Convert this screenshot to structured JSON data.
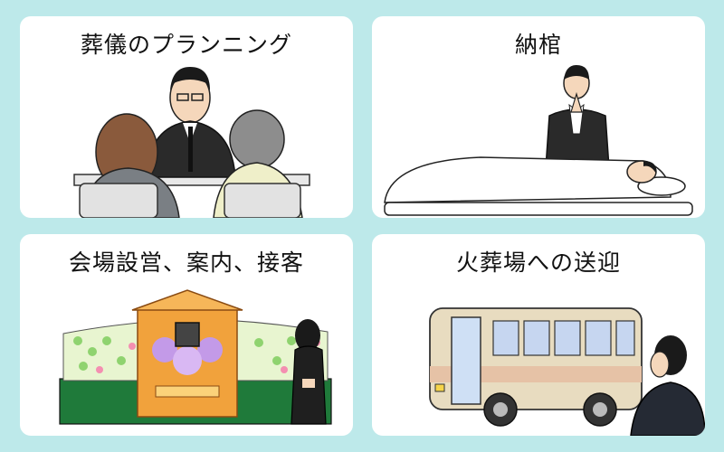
{
  "panels": [
    {
      "caption": "葬儀のプランニング"
    },
    {
      "caption": "納棺"
    },
    {
      "caption": "会場設営、案内、接客"
    },
    {
      "caption": "火葬場への送迎"
    }
  ],
  "colors": {
    "background": "#bde9ea",
    "panel": "#ffffff",
    "suit": "#2a2a2a",
    "bus_body": "#e8dcc0",
    "bus_stripe": "#e6c2a6",
    "bus_window": "#c6d6f0",
    "altar_orange": "#f1a23c",
    "flower_green": "#8fd36f",
    "flower_purple": "#c39ae8"
  },
  "icons": [
    "planning-meeting-illustration",
    "encoffining-illustration",
    "venue-altar-illustration",
    "shuttle-bus-illustration"
  ]
}
